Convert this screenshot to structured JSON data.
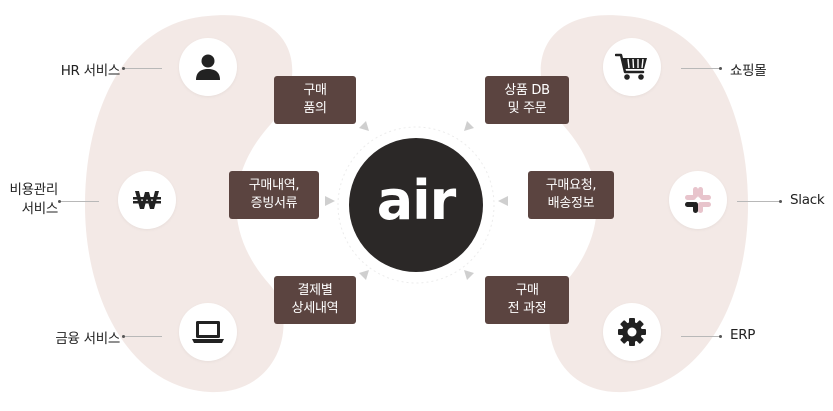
{
  "center": {
    "logo_text": "air"
  },
  "left_services": [
    {
      "label": "HR 서비스",
      "icon": "person-icon"
    },
    {
      "label_line1": "비용관리",
      "label_line2": "서비스",
      "icon": "won-icon"
    },
    {
      "label": "금융 서비스",
      "icon": "laptop-icon"
    }
  ],
  "right_services": [
    {
      "label": "쇼핑몰",
      "icon": "shopping-cart-icon"
    },
    {
      "label": "Slack",
      "icon": "slack-icon"
    },
    {
      "label": "ERP",
      "icon": "gear-icon"
    }
  ],
  "flows": {
    "left_top": {
      "line1": "구매",
      "line2": "품의"
    },
    "left_mid": {
      "line1": "구매내역,",
      "line2": "증빙서류"
    },
    "left_bottom": {
      "line1": "결제별",
      "line2": "상세내역"
    },
    "right_top": {
      "line1": "상품 DB",
      "line2": "및 주문"
    },
    "right_mid": {
      "line1": "구매요청,",
      "line2": "배송정보"
    },
    "right_bottom": {
      "line1": "구매",
      "line2": "전 과정"
    }
  },
  "colors": {
    "band": "#f3e9e6",
    "flow_box": "#5b4440",
    "center": "#2b2827",
    "arrow": "#c9c9c9"
  }
}
